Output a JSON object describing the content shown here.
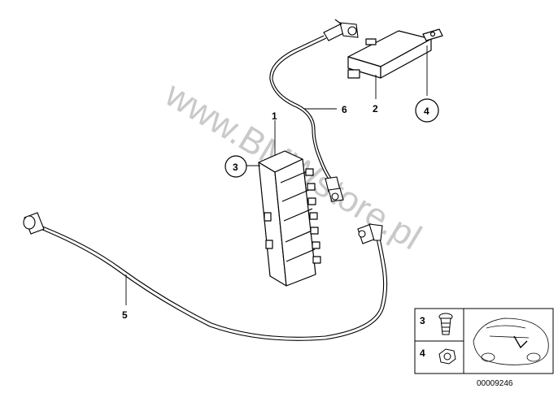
{
  "callouts": {
    "p1": "1",
    "p2": "2",
    "p3": "3",
    "p4": "4",
    "p5": "5",
    "p6": "6"
  },
  "legend": {
    "item_a": "3",
    "item_b": "4"
  },
  "watermark": "www.BMWstore.pl",
  "diagram_number": "00009246"
}
